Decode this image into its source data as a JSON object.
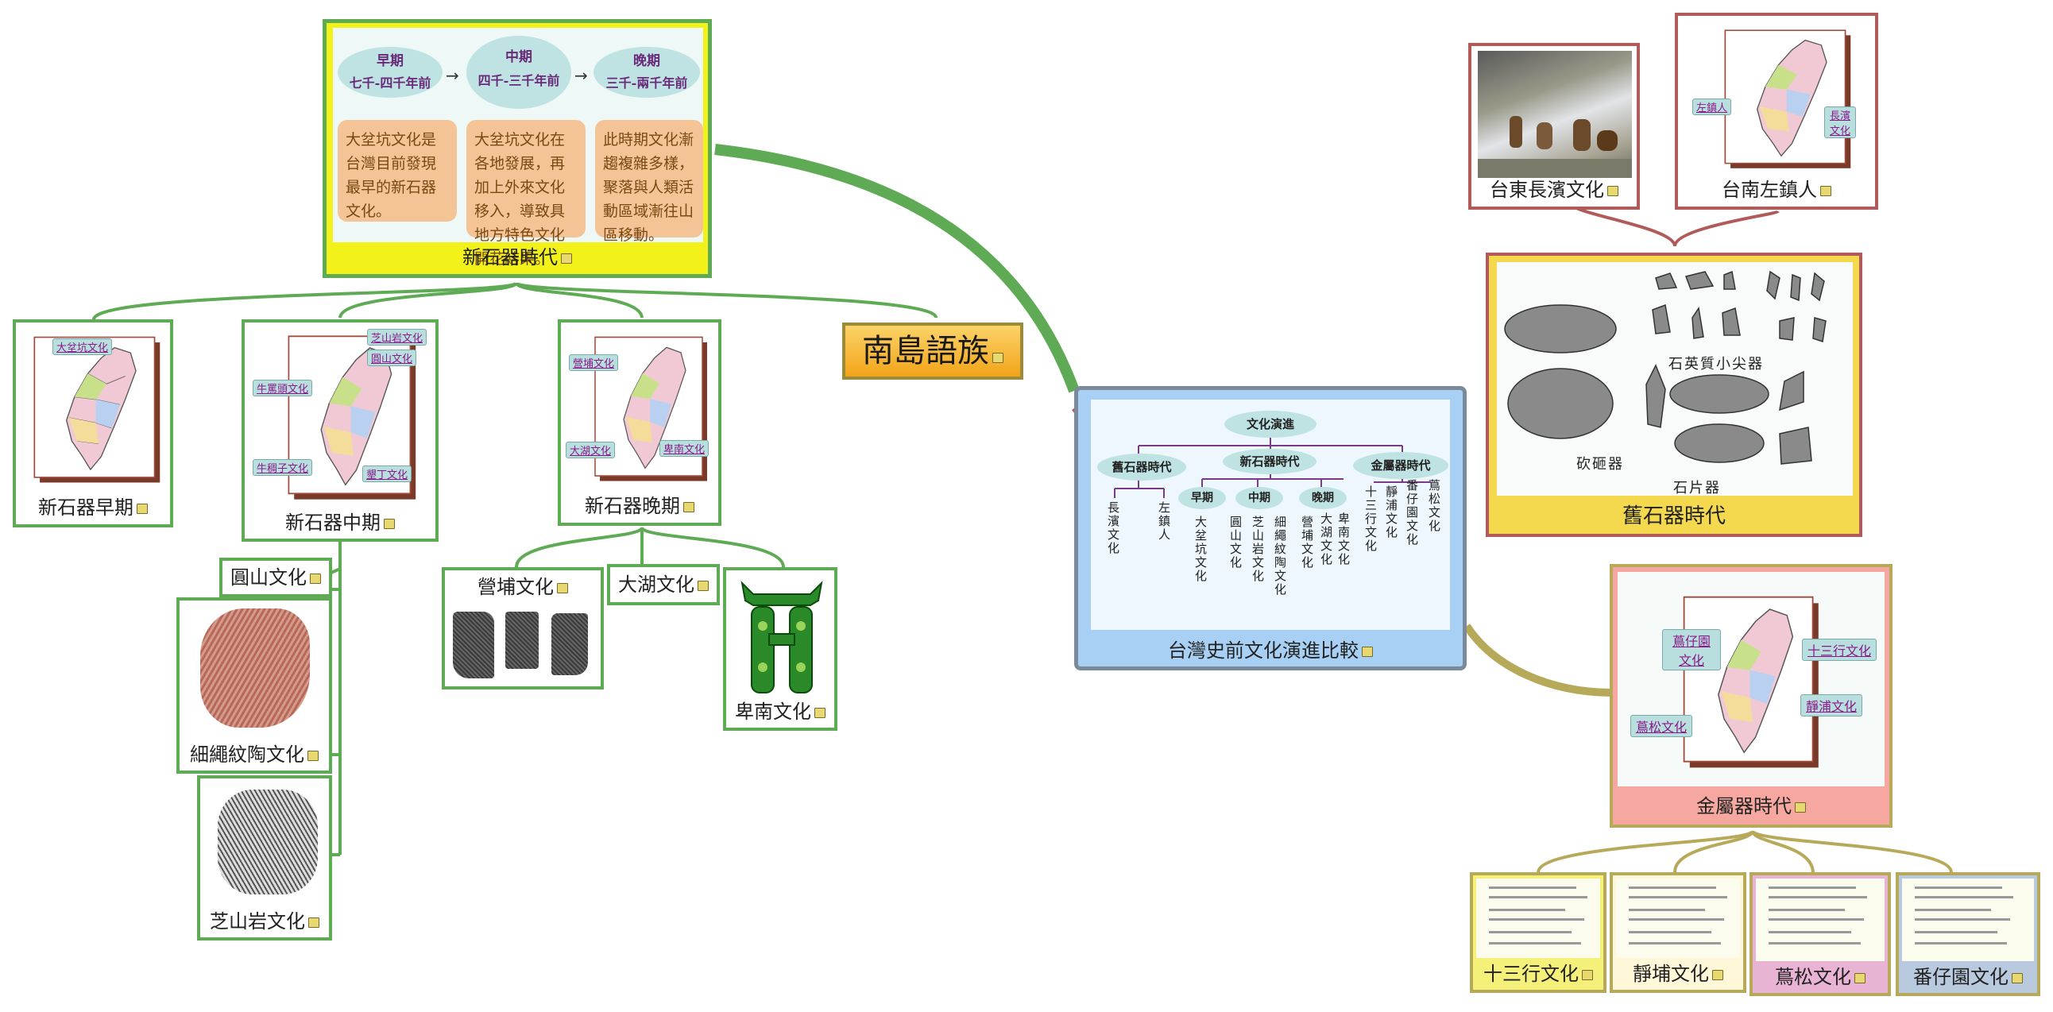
{
  "center": {
    "title": "台灣史前文化演進比較"
  },
  "chart_inner": {
    "root": "文化演進",
    "eras": [
      "舊石器時代",
      "新石器時代",
      "金屬器時代"
    ],
    "neo_phases": [
      "早期",
      "中期",
      "晚期"
    ],
    "cultures": [
      "長濱文化",
      "左鎮人",
      "大坌坑文化",
      "圓山文化",
      "芝山岩文化",
      "細繩紋陶文化",
      "營埔文化",
      "大湖文化",
      "卑南文化",
      "十三行文化",
      "靜浦文化",
      "番仔園文化",
      "蔦松文化"
    ]
  },
  "neolithic": {
    "title": "新石器時代",
    "phases": [
      {
        "name": "早期",
        "time": "七千-四千年前",
        "text": "大坌坑文化是台灣目前發現最早的新石器文化。"
      },
      {
        "name": "中期",
        "time": "四千-三千年前",
        "text": "大坌坑文化在各地發展，再加上外來文化移入，導致具地方特色文化開花結果。"
      },
      {
        "name": "晚期",
        "time": "三千-兩千年前",
        "text": "此時期文化漸趨複雜多樣，聚落與人類活動區域漸往山區移動。"
      }
    ]
  },
  "austronesian": {
    "title": "南島語族"
  },
  "neo_children": [
    {
      "title": "新石器早期",
      "labels": [
        "大坌坑文化"
      ]
    },
    {
      "title": "新石器中期",
      "labels": [
        "芝山岩文化",
        "圓山文化",
        "牛罵頭文化",
        "牛稠子文化",
        "墾丁文化"
      ]
    },
    {
      "title": "新石器晚期",
      "labels": [
        "營埔文化",
        "大湖文化",
        "卑南文化"
      ]
    }
  ],
  "mid_children": [
    "圓山文化",
    "細繩紋陶文化",
    "芝山岩文化"
  ],
  "late_children": [
    "營埔文化",
    "大湖文化",
    "卑南文化"
  ],
  "paleolithic": {
    "title": "舊石器時代",
    "tool_labels": [
      "石英質小尖器",
      "砍砸器",
      "石片器"
    ],
    "children": [
      {
        "title": "台東長濱文化"
      },
      {
        "title": "台南左鎮人",
        "labels": [
          "左鎮人",
          "長濱文化"
        ]
      }
    ]
  },
  "metal": {
    "title": "金屬器時代",
    "labels": [
      "蔦仔園文化",
      "十三行文化",
      "靜浦文化",
      "蔦松文化"
    ],
    "children": [
      {
        "title": "十三行文化",
        "color": "#f5f07a"
      },
      {
        "title": "靜埔文化",
        "color": "#fff8d8"
      },
      {
        "title": "蔦松文化",
        "color": "#e9b4d4"
      },
      {
        "title": "番仔園文化",
        "color": "#b9c9de"
      }
    ]
  },
  "colors": {
    "green": "#5faa55",
    "red": "#b05a5a",
    "olive": "#b6aa5a",
    "center_border": "#7a8a9a"
  }
}
